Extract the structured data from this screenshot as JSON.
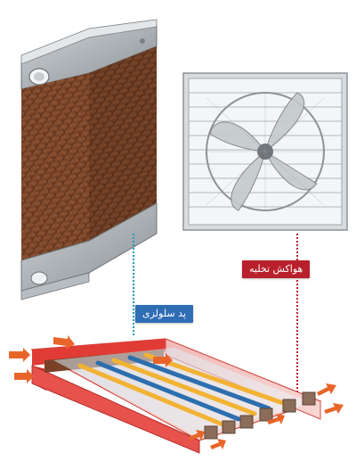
{
  "labels": {
    "cooling_pad": "پد سلولزی",
    "exhaust_fan": "هواکش تخلیه"
  },
  "colors": {
    "cooling_pad_label": "#2f6db5",
    "exhaust_fan_label": "#b8202c",
    "pad_leader_line": "#1c9bbf",
    "fan_leader_line": "#c0202c",
    "airflow_arrows": "#e8652a"
  },
  "icons": {
    "cooling_pad": "evaporative-cooling-pad-illustration",
    "exhaust_fan": "exhaust-fan-illustration",
    "greenhouse": "greenhouse-airflow-diagram"
  }
}
